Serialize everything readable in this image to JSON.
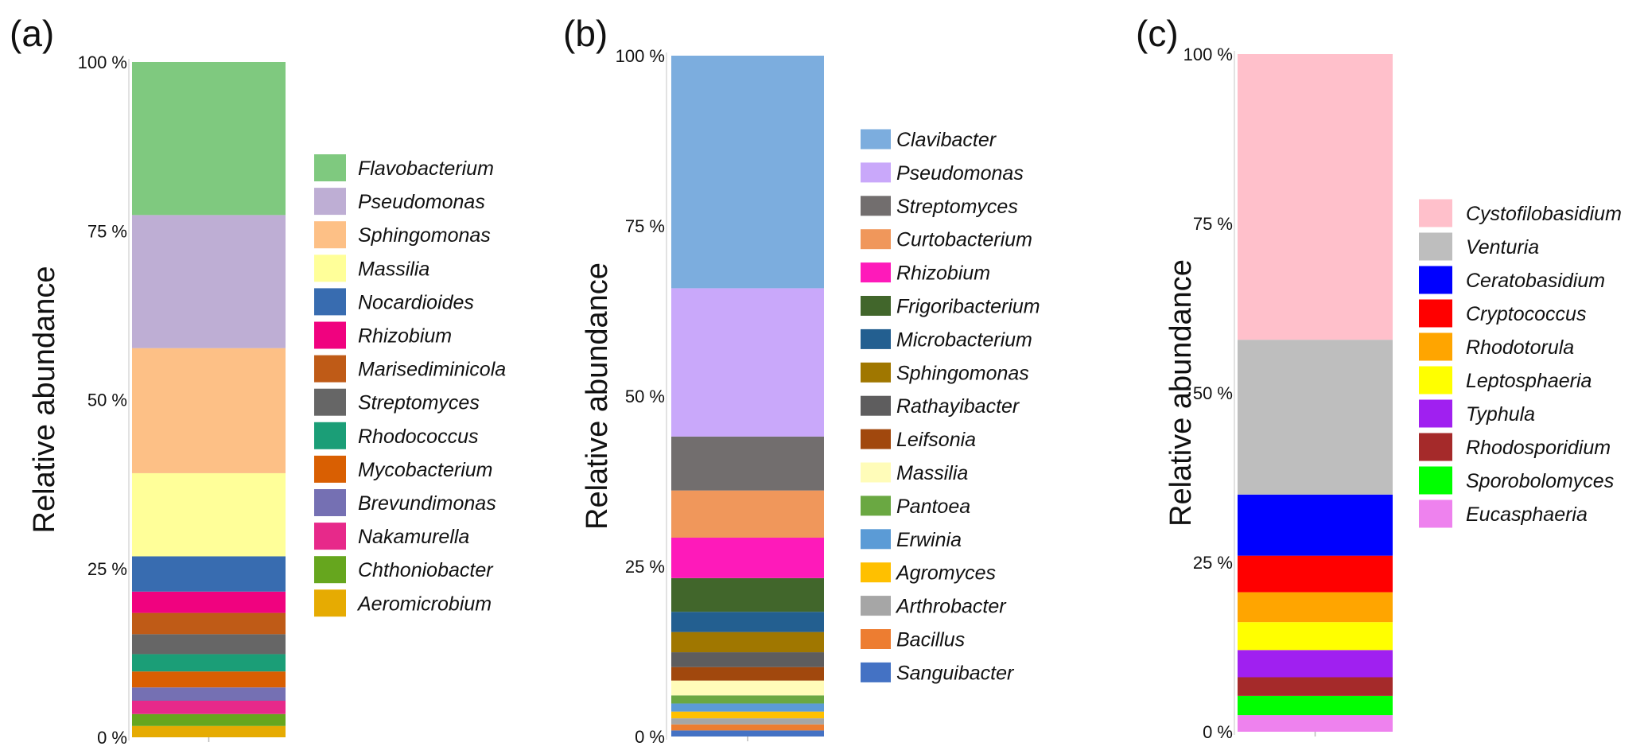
{
  "chart_data": [
    {
      "type": "bar",
      "panel_label": "(a)",
      "ylabel": "Relative abundance",
      "yticks": [
        "0 %",
        "25 %",
        "50 %",
        "75 %",
        "100 %"
      ],
      "ylim": [
        0,
        100
      ],
      "stacked": true,
      "series": [
        {
          "name": "Flavobacterium",
          "value": 23.0,
          "color": "#7fc97f"
        },
        {
          "name": "Pseudomonas",
          "value": 20.0,
          "color": "#beaed4"
        },
        {
          "name": "Sphingomonas",
          "value": 18.8,
          "color": "#fdc086"
        },
        {
          "name": "Massilia",
          "value": 12.5,
          "color": "#ffff99"
        },
        {
          "name": "Nocardioides",
          "value": 5.3,
          "color": "#386cb0"
        },
        {
          "name": "Rhizobium",
          "value": 3.2,
          "color": "#f0027f"
        },
        {
          "name": "Marisediminicola",
          "value": 3.2,
          "color": "#bf5b17"
        },
        {
          "name": "Streptomyces",
          "value": 3.0,
          "color": "#666666"
        },
        {
          "name": "Rhodococcus",
          "value": 2.6,
          "color": "#1b9e77"
        },
        {
          "name": "Mycobacterium",
          "value": 2.4,
          "color": "#d95f02"
        },
        {
          "name": "Brevundimonas",
          "value": 2.0,
          "color": "#7570b3"
        },
        {
          "name": "Nakamurella",
          "value": 2.0,
          "color": "#e7298a"
        },
        {
          "name": "Chthoniobacter",
          "value": 1.8,
          "color": "#66a61e"
        },
        {
          "name": "Aeromicrobium",
          "value": 1.7,
          "color": "#e6ab02"
        }
      ]
    },
    {
      "type": "bar",
      "panel_label": "(b)",
      "ylabel": "Relative abundance",
      "yticks": [
        "0 %",
        "25 %",
        "50 %",
        "75 %",
        "100 %"
      ],
      "ylim": [
        0,
        100
      ],
      "stacked": true,
      "series": [
        {
          "name": "Clavibacter",
          "value": 34.5,
          "color": "#7cadde"
        },
        {
          "name": "Pseudomonas",
          "value": 22.0,
          "color": "#c9a8fa"
        },
        {
          "name": "Streptomyces",
          "value": 8.0,
          "color": "#726e6e"
        },
        {
          "name": "Curtobacterium",
          "value": 7.0,
          "color": "#f0975b"
        },
        {
          "name": "Rhizobium",
          "value": 6.0,
          "color": "#fe1aba"
        },
        {
          "name": "Frigoribacterium",
          "value": 5.0,
          "color": "#41662b"
        },
        {
          "name": "Microbacterium",
          "value": 3.0,
          "color": "#235f90"
        },
        {
          "name": "Sphingomonas",
          "value": 3.0,
          "color": "#a07700"
        },
        {
          "name": "Rathayibacter",
          "value": 2.2,
          "color": "#5e5d5e"
        },
        {
          "name": "Leifsonia",
          "value": 2.0,
          "color": "#a1480d"
        },
        {
          "name": "Massilia",
          "value": 2.2,
          "color": "#fffcb9"
        },
        {
          "name": "Pantoea",
          "value": 1.2,
          "color": "#6aa842"
        },
        {
          "name": "Erwinia",
          "value": 1.2,
          "color": "#5b9bd6"
        },
        {
          "name": "Agromyces",
          "value": 1.0,
          "color": "#ffc000"
        },
        {
          "name": "Arthrobacter",
          "value": 0.9,
          "color": "#a6a6a6"
        },
        {
          "name": "Bacillus",
          "value": 0.9,
          "color": "#ed7d31"
        },
        {
          "name": "Sanguibacter",
          "value": 0.9,
          "color": "#4472c4"
        }
      ]
    },
    {
      "type": "bar",
      "panel_label": "(c)",
      "ylabel": "Relative abundance",
      "yticks": [
        "0 %",
        "25 %",
        "50 %",
        "75 %",
        "100 %"
      ],
      "ylim": [
        0,
        100
      ],
      "stacked": true,
      "series": [
        {
          "name": "Cystofilobasidium",
          "value": 43.0,
          "color": "#ffc0cb"
        },
        {
          "name": "Venturia",
          "value": 23.3,
          "color": "#bebebe"
        },
        {
          "name": "Ceratobasidium",
          "value": 9.2,
          "color": "#0000ff"
        },
        {
          "name": "Cryptococcus",
          "value": 5.5,
          "color": "#ff0000"
        },
        {
          "name": "Rhodotorula",
          "value": 4.5,
          "color": "#ffa500"
        },
        {
          "name": "Leptosphaeria",
          "value": 4.2,
          "color": "#ffff00"
        },
        {
          "name": "Typhula",
          "value": 4.1,
          "color": "#a020f0"
        },
        {
          "name": "Rhodosporidium",
          "value": 2.8,
          "color": "#a52a2a"
        },
        {
          "name": "Sporobolomyces",
          "value": 2.9,
          "color": "#00ff00"
        },
        {
          "name": "Eucasphaeria",
          "value": 2.5,
          "color": "#ee82ee"
        }
      ]
    }
  ]
}
